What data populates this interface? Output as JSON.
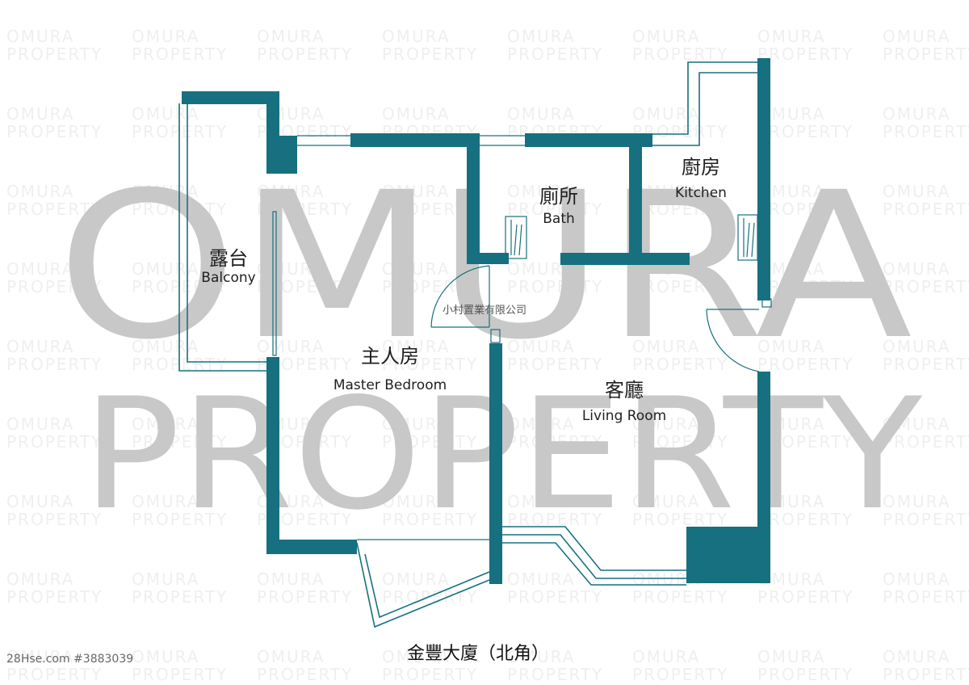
{
  "watermark": {
    "line1": "OMURA",
    "line2": "PROPERTY",
    "tile_line1": "OMURA",
    "tile_line2": "PROPERTY"
  },
  "rooms": {
    "balcony": {
      "zh": "露台",
      "en": "Balcony"
    },
    "bath": {
      "zh": "廁所",
      "en": "Bath"
    },
    "kitchen": {
      "zh": "廚房",
      "en": "Kitchen"
    },
    "master_bedroom": {
      "zh": "主人房",
      "en": "Master Bedroom"
    },
    "living_room": {
      "zh": "客廳",
      "en": "Living Room"
    }
  },
  "company": "小村置業有限公司",
  "building_title": "金豐大廈（北角）",
  "listing_ref": "28Hse.com #3883039",
  "colors": {
    "wall": "#16707f",
    "watermark": "#c8c8c8"
  }
}
